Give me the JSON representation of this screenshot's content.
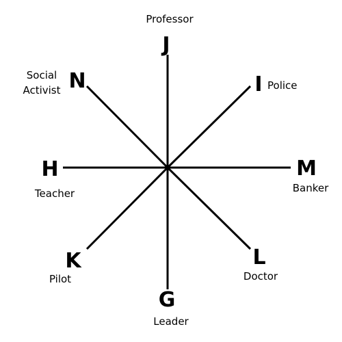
{
  "colors": {
    "background": "#ffffff",
    "ink": "#000000"
  },
  "nodes": {
    "north": {
      "letter": "J",
      "role": "Professor"
    },
    "north_east": {
      "letter": "I",
      "role": "Police"
    },
    "east": {
      "letter": "M",
      "role": "Banker"
    },
    "south_east": {
      "letter": "L",
      "role": "Doctor"
    },
    "south": {
      "letter": "G",
      "role": "Leader"
    },
    "south_west": {
      "letter": "K",
      "role": "Pilot"
    },
    "west": {
      "letter": "H",
      "role": "Teacher"
    },
    "north_west": {
      "letter": "N",
      "role_line1": "Social",
      "role_line2": "Activist"
    }
  }
}
